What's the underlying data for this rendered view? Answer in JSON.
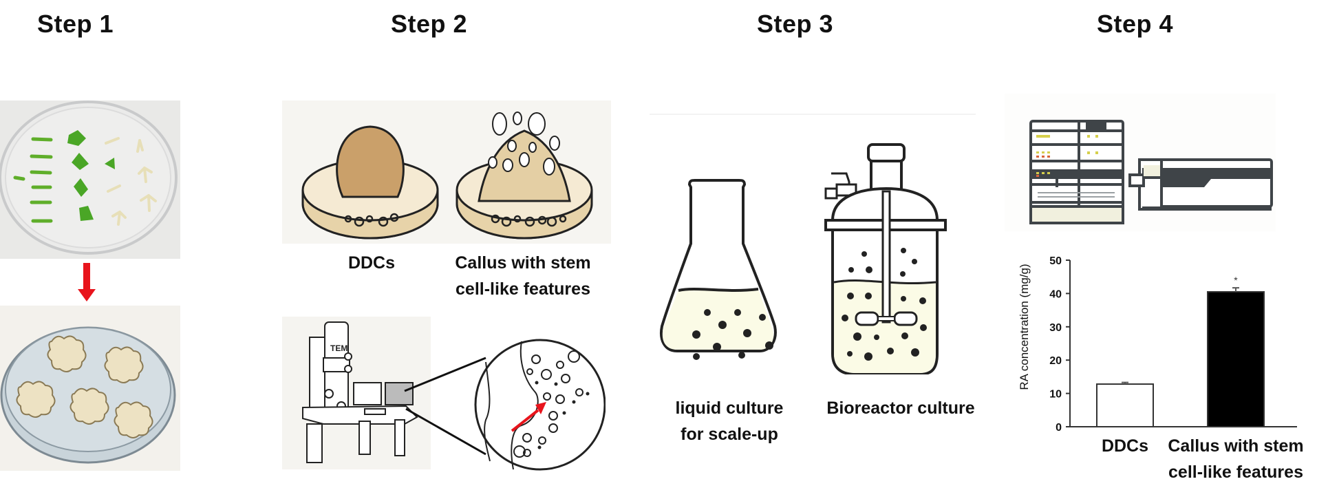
{
  "steps": [
    {
      "title": "Step 1"
    },
    {
      "title": "Step 2",
      "labels": {
        "ddcs": "DDCs",
        "callus_line1": "Callus with stem",
        "callus_line2": "cell-like features"
      },
      "tem_label": "TEM"
    },
    {
      "title": "Step 3",
      "labels": {
        "flask_line1": "liquid culture",
        "flask_line2": "for scale-up",
        "bioreactor": "Bioreactor culture"
      }
    },
    {
      "title": "Step 4"
    }
  ],
  "colors": {
    "arrow_red": "#e8141c",
    "callus_cream": "#efe3c4",
    "ddc_brown": "#caa06a",
    "medium_cream": "#fbfbe6",
    "instrument_dark": "#3f4448"
  },
  "chart_data": {
    "type": "bar",
    "title": "",
    "categories": [
      "DDCs",
      "Callus with stem cell-like features"
    ],
    "category_lines": [
      [
        "DDCs"
      ],
      [
        "Callus with stem",
        "cell-like features"
      ]
    ],
    "values": [
      12.8,
      40.5
    ],
    "errors": [
      0.5,
      1.2
    ],
    "bar_fill": [
      "#ffffff",
      "#000000"
    ],
    "significance": [
      "",
      "*"
    ],
    "xlabel": "",
    "ylabel": "RA concentration (mg/g)",
    "ylim": [
      0,
      50
    ],
    "yticks": [
      0,
      10,
      20,
      30,
      40,
      50
    ],
    "grid": false
  }
}
